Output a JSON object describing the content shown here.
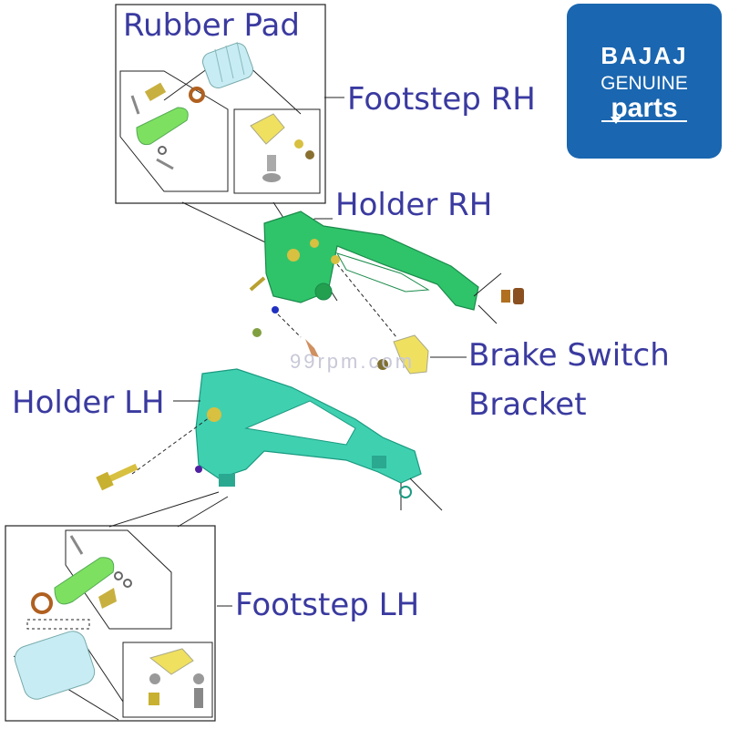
{
  "labels": {
    "rubber_pad": "Rubber Pad",
    "footstep_rh": "Footstep RH",
    "holder_rh": "Holder RH",
    "brake_switch_line1": "Brake Switch",
    "brake_switch_line2": "Bracket",
    "holder_lh": "Holder LH",
    "footstep_lh": "Footstep LH"
  },
  "brand": {
    "line1": "BAJAJ",
    "line2": "GENUINE",
    "line3": "parts",
    "bg_color": "#1a66b0"
  },
  "watermark": "99rpm.com",
  "colors": {
    "label_text": "#3a3aa0",
    "holder_rh": "#2fc46a",
    "holder_lh": "#3fd0b0",
    "footstep_green": "#7ee060",
    "rubber_pad": "#c8ecf4",
    "bracket_yellow": "#f0e060",
    "bolt_gold": "#d8c040"
  }
}
